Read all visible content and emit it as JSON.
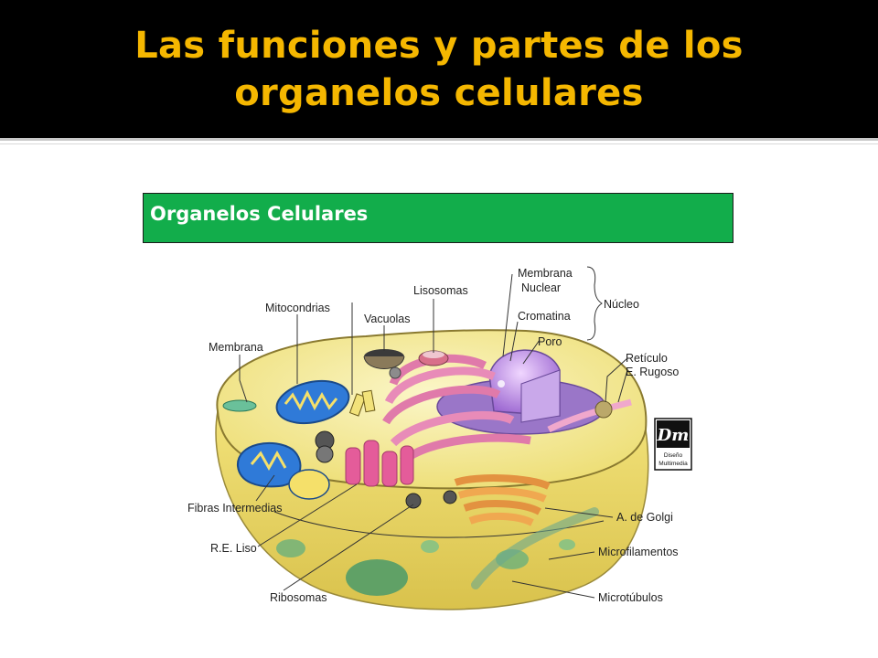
{
  "slide": {
    "title_line1": "Las funciones y partes de los",
    "title_line2": "organelos celulares"
  },
  "table_header": "Organelos Celulares",
  "labels": {
    "membrana": "Membrana",
    "mitocondrias": "Mitocondrias",
    "vacuolas": "Vacuolas",
    "lisosomas": "Lisosomas",
    "membrana_nuclear_1": "Membrana",
    "membrana_nuclear_2": "Nuclear",
    "nucleo": "Núcleo",
    "cromatina": "Cromatina",
    "poro": "Poro",
    "reticulo_rugoso_1": "Retículo",
    "reticulo_rugoso_2": "E. Rugoso",
    "fibras_intermedias": "Fibras Intermedias",
    "re_liso": "R.E. Liso",
    "ribosomas": "Ribosomas",
    "golgi": "A. de Golgi",
    "microfilamentos": "Microfilamentos",
    "microtubulos": "Microtúbulos"
  },
  "logo": {
    "mark": "Dm",
    "line1": "Diseño",
    "line2": "Multimedia"
  },
  "colors": {
    "title_bar": "#000000",
    "title_text": "#f5b700",
    "header_fill": "#12ad4b",
    "cytoplasm": "#f6ec9a",
    "er": "#e88bb8",
    "nucleus": "#b68fd6"
  }
}
